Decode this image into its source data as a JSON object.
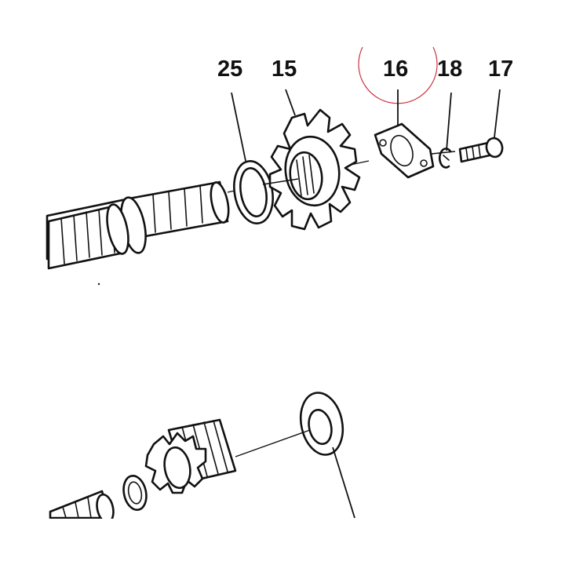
{
  "diagram": {
    "labels": [
      {
        "id": "25",
        "text": "25"
      },
      {
        "id": "15",
        "text": "15"
      },
      {
        "id": "16",
        "text": "16"
      },
      {
        "id": "18",
        "text": "18"
      },
      {
        "id": "17",
        "text": "17"
      }
    ],
    "highlight_color": "#cc3344",
    "ink_color": "#111111"
  }
}
